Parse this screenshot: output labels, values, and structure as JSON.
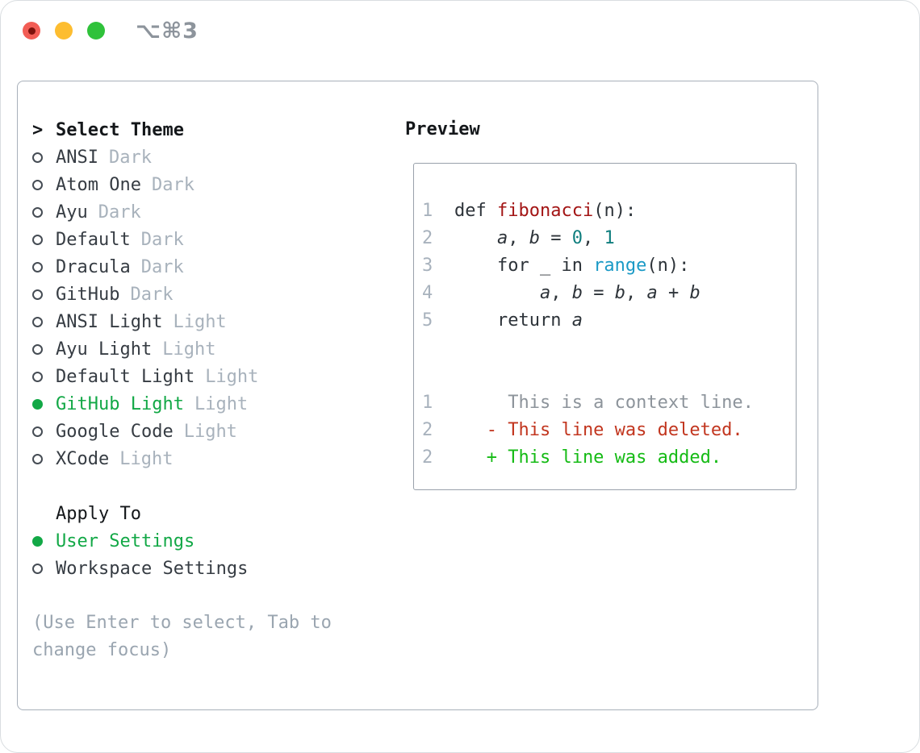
{
  "titlebar": {
    "title": "⌥⌘3"
  },
  "select_theme": {
    "header_prefix": ">",
    "header": "Select Theme",
    "themes": [
      {
        "name": "ANSI",
        "variant": "Dark",
        "selected": false
      },
      {
        "name": "Atom One",
        "variant": "Dark",
        "selected": false
      },
      {
        "name": "Ayu",
        "variant": "Dark",
        "selected": false
      },
      {
        "name": "Default",
        "variant": "Dark",
        "selected": false
      },
      {
        "name": "Dracula",
        "variant": "Dark",
        "selected": false
      },
      {
        "name": "GitHub",
        "variant": "Dark",
        "selected": false
      },
      {
        "name": "ANSI Light",
        "variant": "Light",
        "selected": false
      },
      {
        "name": "Ayu Light",
        "variant": "Light",
        "selected": false
      },
      {
        "name": "Default Light",
        "variant": "Light",
        "selected": false
      },
      {
        "name": "GitHub Light",
        "variant": "Light",
        "selected": true
      },
      {
        "name": "Google Code",
        "variant": "Light",
        "selected": false
      },
      {
        "name": "XCode",
        "variant": "Light",
        "selected": false
      }
    ],
    "apply_to_label": "Apply To",
    "apply_options": [
      {
        "name": "User Settings",
        "selected": true
      },
      {
        "name": "Workspace Settings",
        "selected": false
      }
    ],
    "hint_lines": [
      "(Use Enter to select, Tab to",
      "change focus)"
    ]
  },
  "preview": {
    "label": "Preview",
    "lines": [
      {
        "num": "1",
        "segs": [
          {
            "t": "def ",
            "c": "code_fg"
          },
          {
            "t": "fibonacci",
            "c": "function_red"
          },
          {
            "t": "(n):",
            "c": "code_fg"
          }
        ]
      },
      {
        "num": "2",
        "segs": [
          {
            "t": "    ",
            "c": "code_fg"
          },
          {
            "t": "a",
            "c": "code_fg",
            "i": true
          },
          {
            "t": ", ",
            "c": "code_fg"
          },
          {
            "t": "b",
            "c": "code_fg",
            "i": true
          },
          {
            "t": " = ",
            "c": "code_fg"
          },
          {
            "t": "0",
            "c": "number_teal"
          },
          {
            "t": ", ",
            "c": "code_fg"
          },
          {
            "t": "1",
            "c": "number_teal"
          }
        ]
      },
      {
        "num": "3",
        "segs": [
          {
            "t": "    for _ in ",
            "c": "code_fg"
          },
          {
            "t": "range",
            "c": "builtin_blue"
          },
          {
            "t": "(n):",
            "c": "code_fg"
          }
        ]
      },
      {
        "num": "4",
        "segs": [
          {
            "t": "        ",
            "c": "code_fg"
          },
          {
            "t": "a",
            "c": "code_fg",
            "i": true
          },
          {
            "t": ", ",
            "c": "code_fg"
          },
          {
            "t": "b",
            "c": "code_fg",
            "i": true
          },
          {
            "t": " = ",
            "c": "code_fg"
          },
          {
            "t": "b",
            "c": "code_fg",
            "i": true
          },
          {
            "t": ", ",
            "c": "code_fg"
          },
          {
            "t": "a",
            "c": "code_fg",
            "i": true
          },
          {
            "t": " + ",
            "c": "code_fg"
          },
          {
            "t": "b",
            "c": "code_fg",
            "i": true
          }
        ]
      },
      {
        "num": "5",
        "segs": [
          {
            "t": "    return ",
            "c": "code_fg"
          },
          {
            "t": "a",
            "c": "code_fg",
            "i": true
          }
        ]
      },
      {
        "num": "",
        "segs": []
      },
      {
        "num": "",
        "segs": []
      },
      {
        "num": "1",
        "segs": [
          {
            "t": "     This is a context line.",
            "c": "context_gray"
          }
        ]
      },
      {
        "num": "2",
        "segs": [
          {
            "t": "   - This line was deleted.",
            "c": "deleted_red"
          }
        ]
      },
      {
        "num": "2",
        "segs": [
          {
            "t": "   + This line was added.",
            "c": "added_green"
          }
        ]
      }
    ]
  },
  "colors": {
    "code_fg": "#2d3339",
    "function_red": "#a31515",
    "number_teal": "#0f7e7e",
    "builtin_blue": "#1b9ac6",
    "context_gray": "#8d949b",
    "deleted_red": "#c2361f",
    "added_green": "#15bb15",
    "line_number": "#a8b2bd",
    "selected_green": "#12a846",
    "theme_name": "#363c43",
    "variant_gray": "#a8b2bc",
    "header_black": "#14171a",
    "hint_gray": "#9aa5b0",
    "traffic_red": "#f25d55",
    "traffic_red_dot": "#7d120c",
    "traffic_yellow": "#fdbd30",
    "traffic_green": "#2fc23a",
    "title_gray": "#8d949c"
  }
}
